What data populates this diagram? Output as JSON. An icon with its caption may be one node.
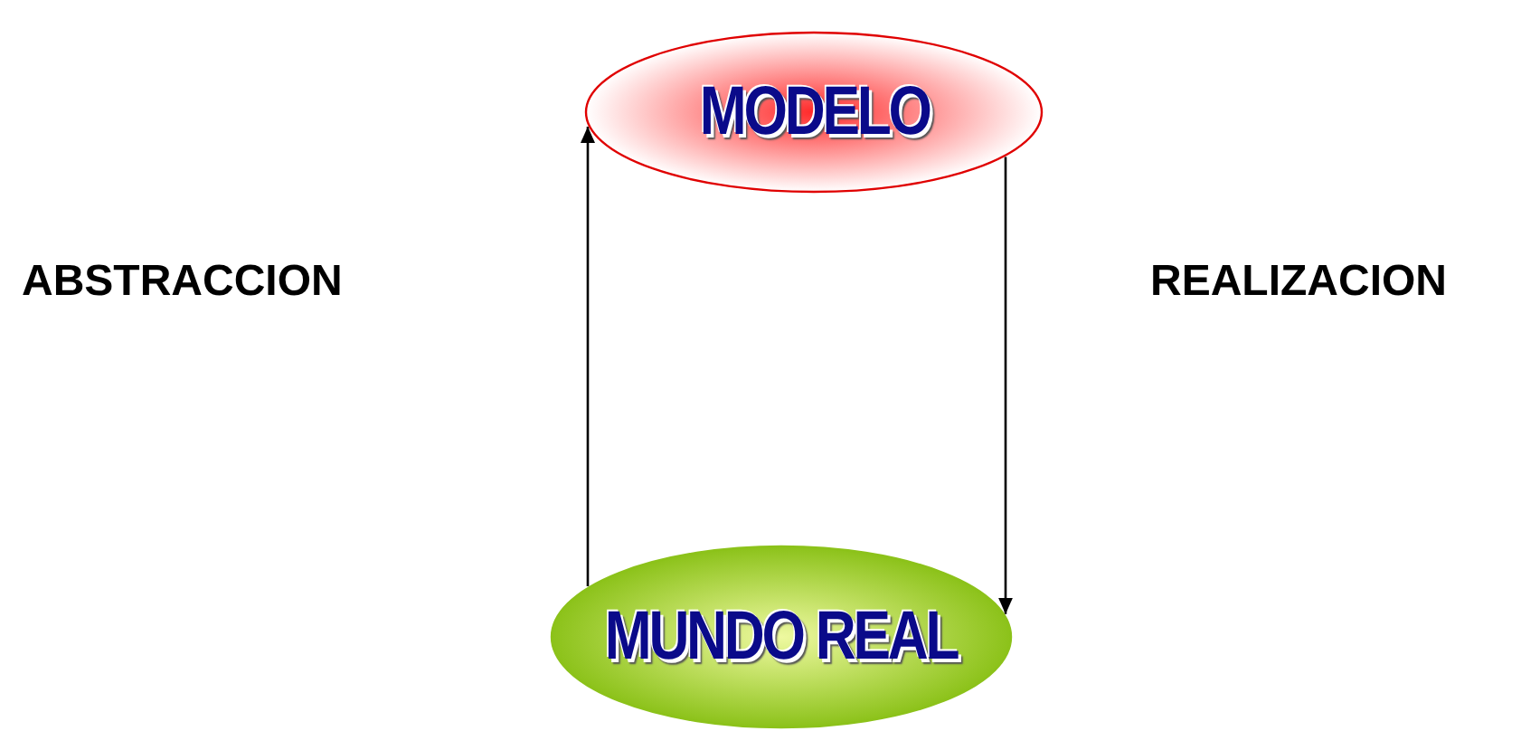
{
  "diagram": {
    "nodes": [
      {
        "text": [
          "MODELO"
        ]
      },
      {
        "text": [
          "MUNDO REAL"
        ]
      }
    ],
    "edges": [
      {
        "from": 1,
        "to": 0,
        "arrow": "to"
      },
      {
        "from": 0,
        "to": 1,
        "arrow": "to"
      }
    ],
    "labels": [
      "ABSTRACCION",
      "REALIZACION"
    ]
  }
}
